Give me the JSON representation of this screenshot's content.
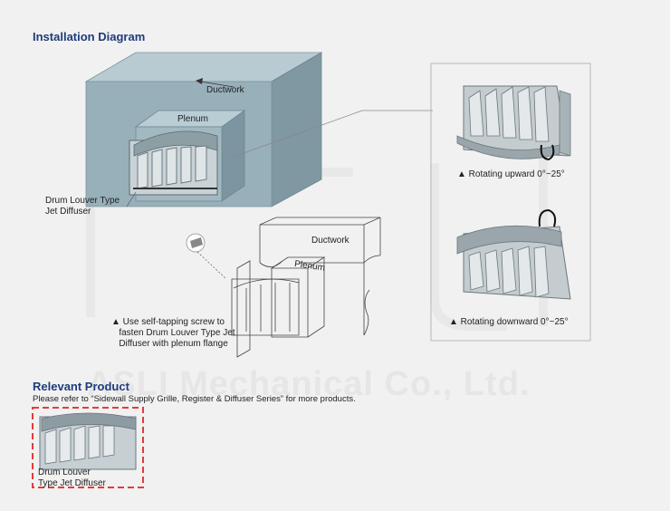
{
  "installation": {
    "title": "Installation Diagram",
    "labels": {
      "ductwork_top": "Ductwork",
      "plenum_top": "Plenum",
      "diffuser_label": "Drum Louver Type\nJet Diffuser",
      "ductwork_lower": "Ductwork",
      "plenum_lower": "Plenum",
      "screw_note": "▲ Use self-tapping screw to\n   fasten Drum Louver Type Jet\n   Diffuser with plenum flange"
    },
    "rotations": {
      "upward": "▲ Rotating upward 0°~25°",
      "downward": "▲ Rotating downward 0°~25°"
    }
  },
  "relevant": {
    "title": "Relevant Product",
    "subtitle": "Please refer to “Sidewall Supply Grille, Register & Diffuser Series” for more products.",
    "product_label": "Drum Louver\nType Jet Diffuser"
  },
  "watermark": {
    "company": "ASLI Mechanical Co., Ltd."
  },
  "colors": {
    "title": "#1f3b7a",
    "duct": "#95adb7",
    "product_border": "#e23b3b"
  }
}
